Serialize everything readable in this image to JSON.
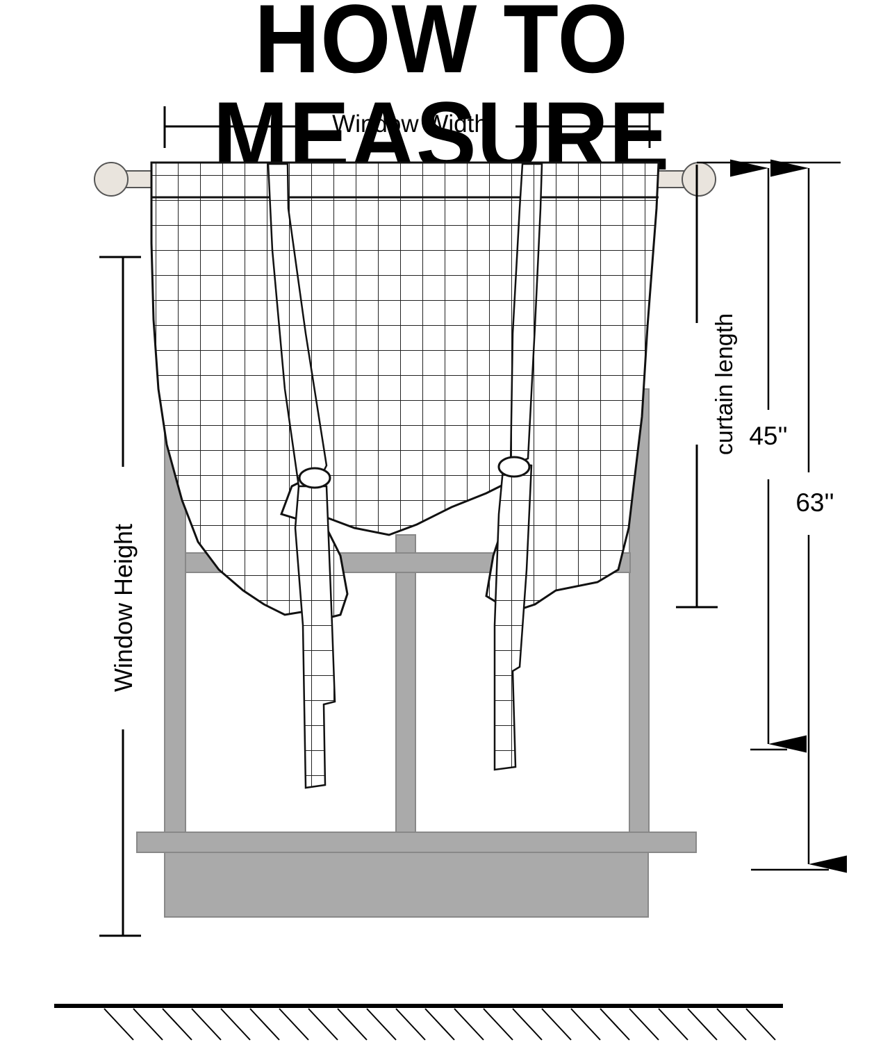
{
  "title": "HOW TO MEASURE",
  "labels": {
    "window_width": "Window Width",
    "window_height": "Window Height",
    "curtain_length": "curtain length",
    "short_measure": "45''",
    "long_measure": "63''"
  },
  "colors": {
    "ink": "#000000",
    "window_frame": "#aaaaaa",
    "curtain_fill": "#ffffff",
    "rod": "#e9e4dd"
  },
  "icons": [
    "curtain-rod",
    "tie-up-curtain",
    "window-frame",
    "floor-hatch"
  ]
}
